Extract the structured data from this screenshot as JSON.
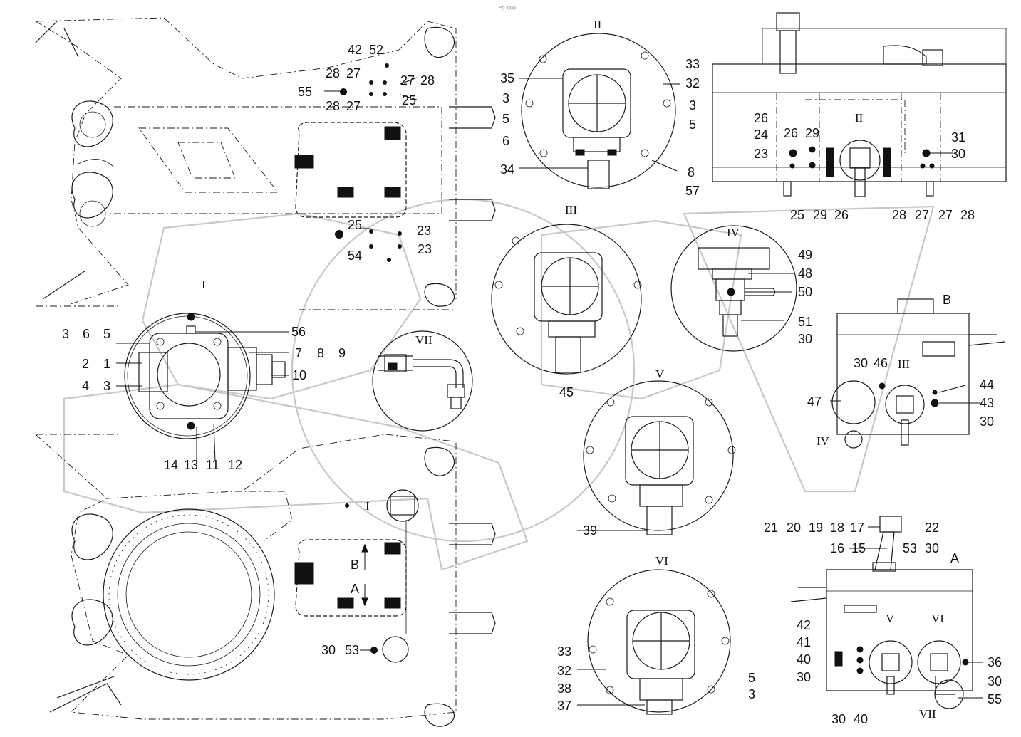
{
  "title_note": "°ᵒ ᵒᵒᵒ",
  "views": {
    "I": "I",
    "II": "II",
    "III": "III",
    "IV": "IV",
    "V": "V",
    "VI": "VI",
    "VII": "VII",
    "A": "A",
    "B": "B"
  },
  "callouts": {
    "topleft": [
      "42",
      "52",
      "28",
      "27",
      "27",
      "28",
      "55",
      "28",
      "27",
      "25",
      "25",
      "23",
      "54",
      "23"
    ],
    "viewI": [
      "3",
      "6",
      "5",
      "56",
      "2",
      "1",
      "7",
      "8",
      "9",
      "4",
      "3",
      "10",
      "14",
      "13",
      "11",
      "12"
    ],
    "viewII": [
      "35",
      "33",
      "32",
      "3",
      "3",
      "5",
      "5",
      "6",
      "34",
      "8",
      "57"
    ],
    "topright": [
      "26",
      "26",
      "29",
      "24",
      "23",
      "31",
      "30",
      "25",
      "29",
      "26",
      "28",
      "27",
      "27",
      "28"
    ],
    "viewIII": [
      "45"
    ],
    "viewIV": [
      "49",
      "48",
      "50",
      "51"
    ],
    "viewB": [
      "30",
      "46",
      "44",
      "47",
      "43",
      "30",
      "30"
    ],
    "viewV": [
      "39"
    ],
    "viewA": [
      "21",
      "20",
      "19",
      "18",
      "17",
      "22",
      "16",
      "15",
      "53",
      "30",
      "42",
      "41",
      "40",
      "30",
      "36",
      "30",
      "55",
      "30",
      "40"
    ],
    "viewVI": [
      "33",
      "32",
      "38",
      "37",
      "5",
      "3"
    ],
    "bottomleft": [
      "B",
      "A",
      "30",
      "53"
    ]
  }
}
